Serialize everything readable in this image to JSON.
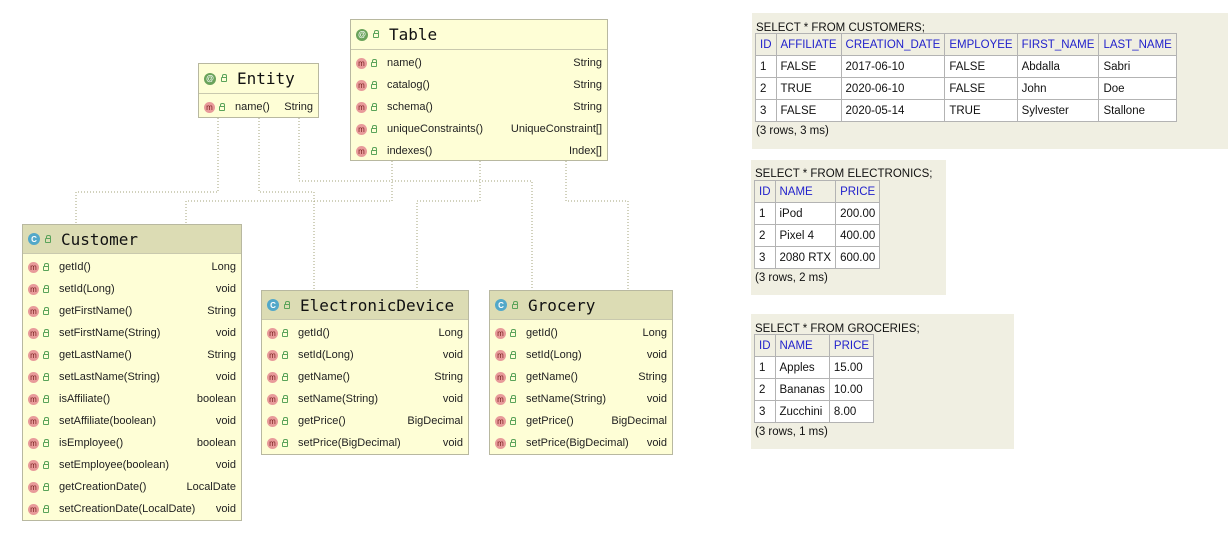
{
  "uml": {
    "entity": {
      "title": "Entity",
      "methods": [
        {
          "name": "name()",
          "type": "String"
        }
      ]
    },
    "table": {
      "title": "Table",
      "methods": [
        {
          "name": "name()",
          "type": "String"
        },
        {
          "name": "catalog()",
          "type": "String"
        },
        {
          "name": "schema()",
          "type": "String"
        },
        {
          "name": "uniqueConstraints()",
          "type": "UniqueConstraint[]"
        },
        {
          "name": "indexes()",
          "type": "Index[]"
        }
      ]
    },
    "customer": {
      "title": "Customer",
      "methods": [
        {
          "name": "getId()",
          "type": "Long"
        },
        {
          "name": "setId(Long)",
          "type": "void"
        },
        {
          "name": "getFirstName()",
          "type": "String"
        },
        {
          "name": "setFirstName(String)",
          "type": "void"
        },
        {
          "name": "getLastName()",
          "type": "String"
        },
        {
          "name": "setLastName(String)",
          "type": "void"
        },
        {
          "name": "isAffiliate()",
          "type": "boolean"
        },
        {
          "name": "setAffiliate(boolean)",
          "type": "void"
        },
        {
          "name": "isEmployee()",
          "type": "boolean"
        },
        {
          "name": "setEmployee(boolean)",
          "type": "void"
        },
        {
          "name": "getCreationDate()",
          "type": "LocalDate"
        },
        {
          "name": "setCreationDate(LocalDate)",
          "type": "void"
        }
      ]
    },
    "electronic_device": {
      "title": "ElectronicDevice",
      "methods": [
        {
          "name": "getId()",
          "type": "Long"
        },
        {
          "name": "setId(Long)",
          "type": "void"
        },
        {
          "name": "getName()",
          "type": "String"
        },
        {
          "name": "setName(String)",
          "type": "void"
        },
        {
          "name": "getPrice()",
          "type": "BigDecimal"
        },
        {
          "name": "setPrice(BigDecimal)",
          "type": "void"
        }
      ]
    },
    "grocery": {
      "title": "Grocery",
      "methods": [
        {
          "name": "getId()",
          "type": "Long"
        },
        {
          "name": "setId(Long)",
          "type": "void"
        },
        {
          "name": "getName()",
          "type": "String"
        },
        {
          "name": "setName(String)",
          "type": "void"
        },
        {
          "name": "getPrice()",
          "type": "BigDecimal"
        },
        {
          "name": "setPrice(BigDecimal)",
          "type": "void"
        }
      ]
    },
    "icons": {
      "annotation": "@",
      "class": "C",
      "method": "m"
    }
  },
  "queries": {
    "customers": {
      "query": "SELECT * FROM CUSTOMERS;",
      "columns": [
        "ID",
        "AFFILIATE",
        "CREATION_DATE",
        "EMPLOYEE",
        "FIRST_NAME",
        "LAST_NAME"
      ],
      "rows": [
        [
          "1",
          "FALSE",
          "2017-06-10",
          "FALSE",
          "Abdalla",
          "Sabri"
        ],
        [
          "2",
          "TRUE",
          "2020-06-10",
          "FALSE",
          "John",
          "Doe"
        ],
        [
          "3",
          "FALSE",
          "2020-05-14",
          "TRUE",
          "Sylvester",
          "Stallone"
        ]
      ],
      "info": "(3 rows, 3 ms)"
    },
    "electronics": {
      "query": "SELECT * FROM ELECTRONICS;",
      "columns": [
        "ID",
        "NAME",
        "PRICE"
      ],
      "rows": [
        [
          "1",
          "iPod",
          "200.00"
        ],
        [
          "2",
          "Pixel 4",
          "400.00"
        ],
        [
          "3",
          "2080 RTX",
          "600.00"
        ]
      ],
      "info": "(3 rows, 2 ms)"
    },
    "groceries": {
      "query": "SELECT * FROM GROCERIES;",
      "columns": [
        "ID",
        "NAME",
        "PRICE"
      ],
      "rows": [
        [
          "1",
          "Apples",
          "15.00"
        ],
        [
          "2",
          "Bananas",
          "10.00"
        ],
        [
          "3",
          "Zucchini",
          "8.00"
        ]
      ],
      "info": "(3 rows, 1 ms)"
    }
  }
}
